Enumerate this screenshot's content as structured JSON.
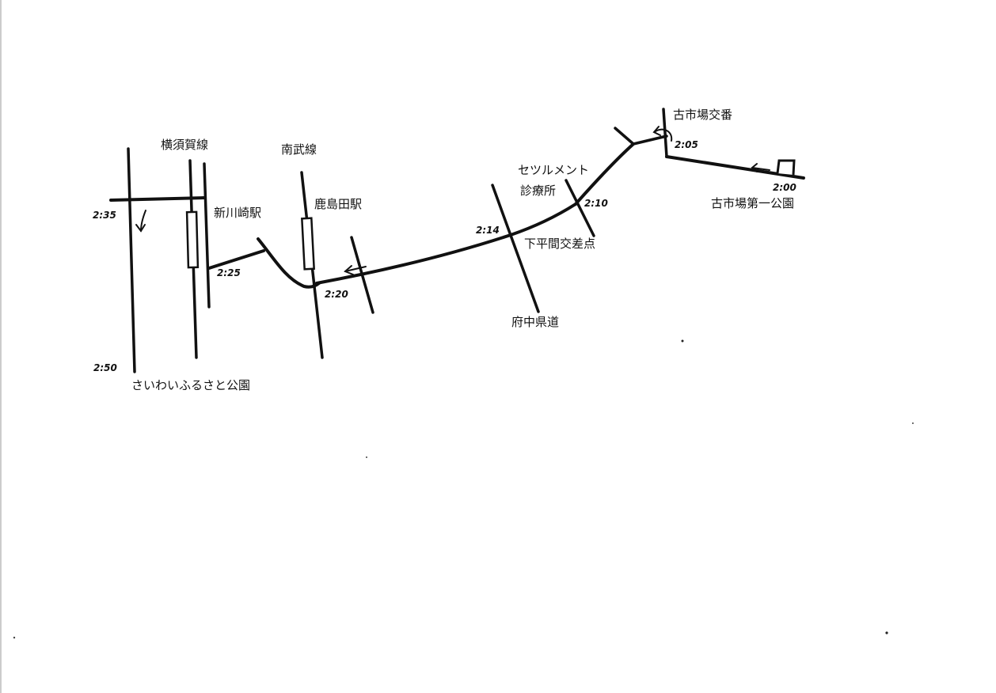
{
  "map": {
    "places": {
      "start_park": "古市場第一公園",
      "koban": "古市場交番",
      "clinic_line1": "セツルメント",
      "clinic_line2": "診療所",
      "intersection": "下平間交差点",
      "prefectural_road": "府中県道",
      "kashimada_station": "鹿島田駅",
      "nambu_line": "南武線",
      "shin_kawasaki_station": "新川崎駅",
      "yokosuka_line": "横須賀線",
      "end_park": "さいわいふるさと公園"
    },
    "times": {
      "t200": "2:00",
      "t205": "2:05",
      "t210": "2:10",
      "t214": "2:14",
      "t220": "2:20",
      "t225": "2:25",
      "t235": "2:35",
      "t250": "2:50"
    }
  }
}
